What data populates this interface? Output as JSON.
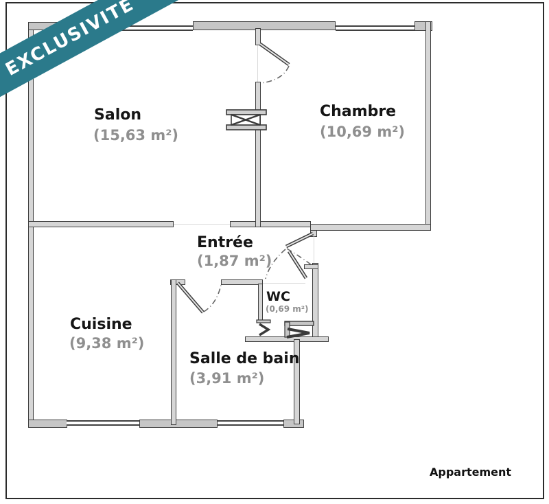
{
  "banner": {
    "label": "EXCLUSIVITÉ",
    "color": "#2b7a8b",
    "text_color": "#ffffff"
  },
  "rooms": [
    {
      "name": "Salon",
      "area": "(15,63 m²)"
    },
    {
      "name": "Chambre",
      "area": "(10,69 m²)"
    },
    {
      "name": "Entrée",
      "area": "(1,87 m²)"
    },
    {
      "name": "Cuisine",
      "area": "(9,38 m²)"
    },
    {
      "name": "WC",
      "area": "(0,69 m²)"
    },
    {
      "name": "Salle de bain",
      "area": "(3,91 m²)"
    }
  ],
  "footer": {
    "label": "Appartement"
  },
  "colors": {
    "wall_fill": "#d6d6d6",
    "wall_thick_fill": "#c6c6c6",
    "wall_outline": "#3f3f3f",
    "area_text": "#8f8f8f",
    "name_text": "#151515",
    "banner": "#2b7a8b"
  }
}
